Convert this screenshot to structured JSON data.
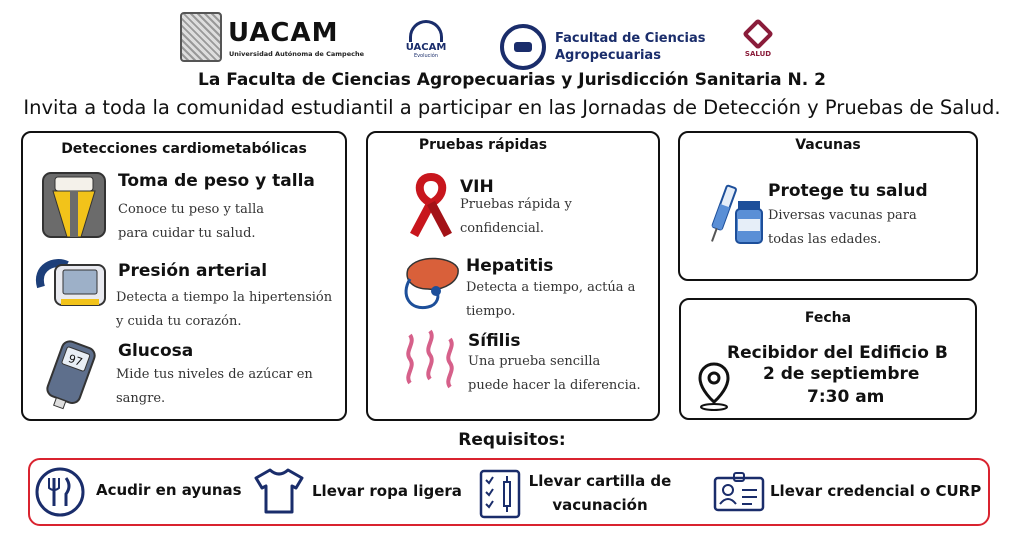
{
  "header": {
    "logo_uacam": "UACAM",
    "logo_uacam_sub": "Universidad Autónoma de Campeche",
    "logo_uacam2": "UACAM",
    "logo_uacam2_sub": "Evolución",
    "logo_faculty_line1": "Facultad de Ciencias",
    "logo_faculty_line2": "Agropecuarias",
    "logo_salud": "SALUD",
    "title": "La Faculta de Ciencias Agropecuarias y Jurisdicción Sanitaria N. 2",
    "subtitle": "Invita a toda la comunidad estudiantil a participar en las Jornadas de Detección y Pruebas de Salud."
  },
  "cards": {
    "cardio": {
      "title": "Detecciones cardiometabólicas",
      "items": [
        {
          "title": "Toma de peso y talla",
          "desc1": "Conoce tu peso y talla",
          "desc2": "para cuidar tu salud.",
          "icon": "scale-icon"
        },
        {
          "title": "Presión arterial",
          "desc1": "Detecta a tiempo la hipertensión",
          "desc2": "y cuida tu corazón.",
          "icon": "blood-pressure-monitor-icon"
        },
        {
          "title": "Glucosa",
          "desc1": "Mide tus niveles de azúcar en",
          "desc2": "sangre.",
          "icon": "glucometer-icon",
          "display": "97"
        }
      ]
    },
    "rapid": {
      "title": "Pruebas rápidas",
      "items": [
        {
          "title": "VIH",
          "desc1": "Pruebas rápida y",
          "desc2": "confidencial.",
          "icon": "red-ribbon-icon"
        },
        {
          "title": "Hepatitis",
          "desc1": "Detecta a tiempo, actúa a",
          "desc2": "tiempo.",
          "icon": "liver-stethoscope-icon"
        },
        {
          "title": "Sífilis",
          "desc1": "Una prueba sencilla",
          "desc2": "puede hacer la diferencia.",
          "icon": "bacteria-icon"
        }
      ]
    },
    "vaccines": {
      "title": "Vacunas",
      "item_title": "Protege tu salud",
      "desc1": "Diversas vacunas para",
      "desc2": "todas las edades.",
      "icon": "syringe-vial-icon"
    },
    "date": {
      "title": "Fecha",
      "line1": "Recibidor del Edificio B",
      "line2": "2 de septiembre",
      "line3": "7:30 am",
      "icon": "location-pin-icon"
    }
  },
  "requirements": {
    "title": "Requisitos:",
    "items": [
      {
        "label": "Acudir en ayunas",
        "icon": "fork-knife-icon"
      },
      {
        "label": "Llevar ropa ligera",
        "icon": "tshirt-icon"
      },
      {
        "label1": "Llevar cartilla de",
        "label2": "vacunación",
        "icon": "vaccination-card-icon"
      },
      {
        "label": "Llevar credencial o CURP",
        "icon": "id-card-icon"
      }
    ]
  },
  "colors": {
    "accent_red": "#d9232f",
    "navy": "#1a2d6b",
    "salud_maroon": "#8a1c3a"
  }
}
